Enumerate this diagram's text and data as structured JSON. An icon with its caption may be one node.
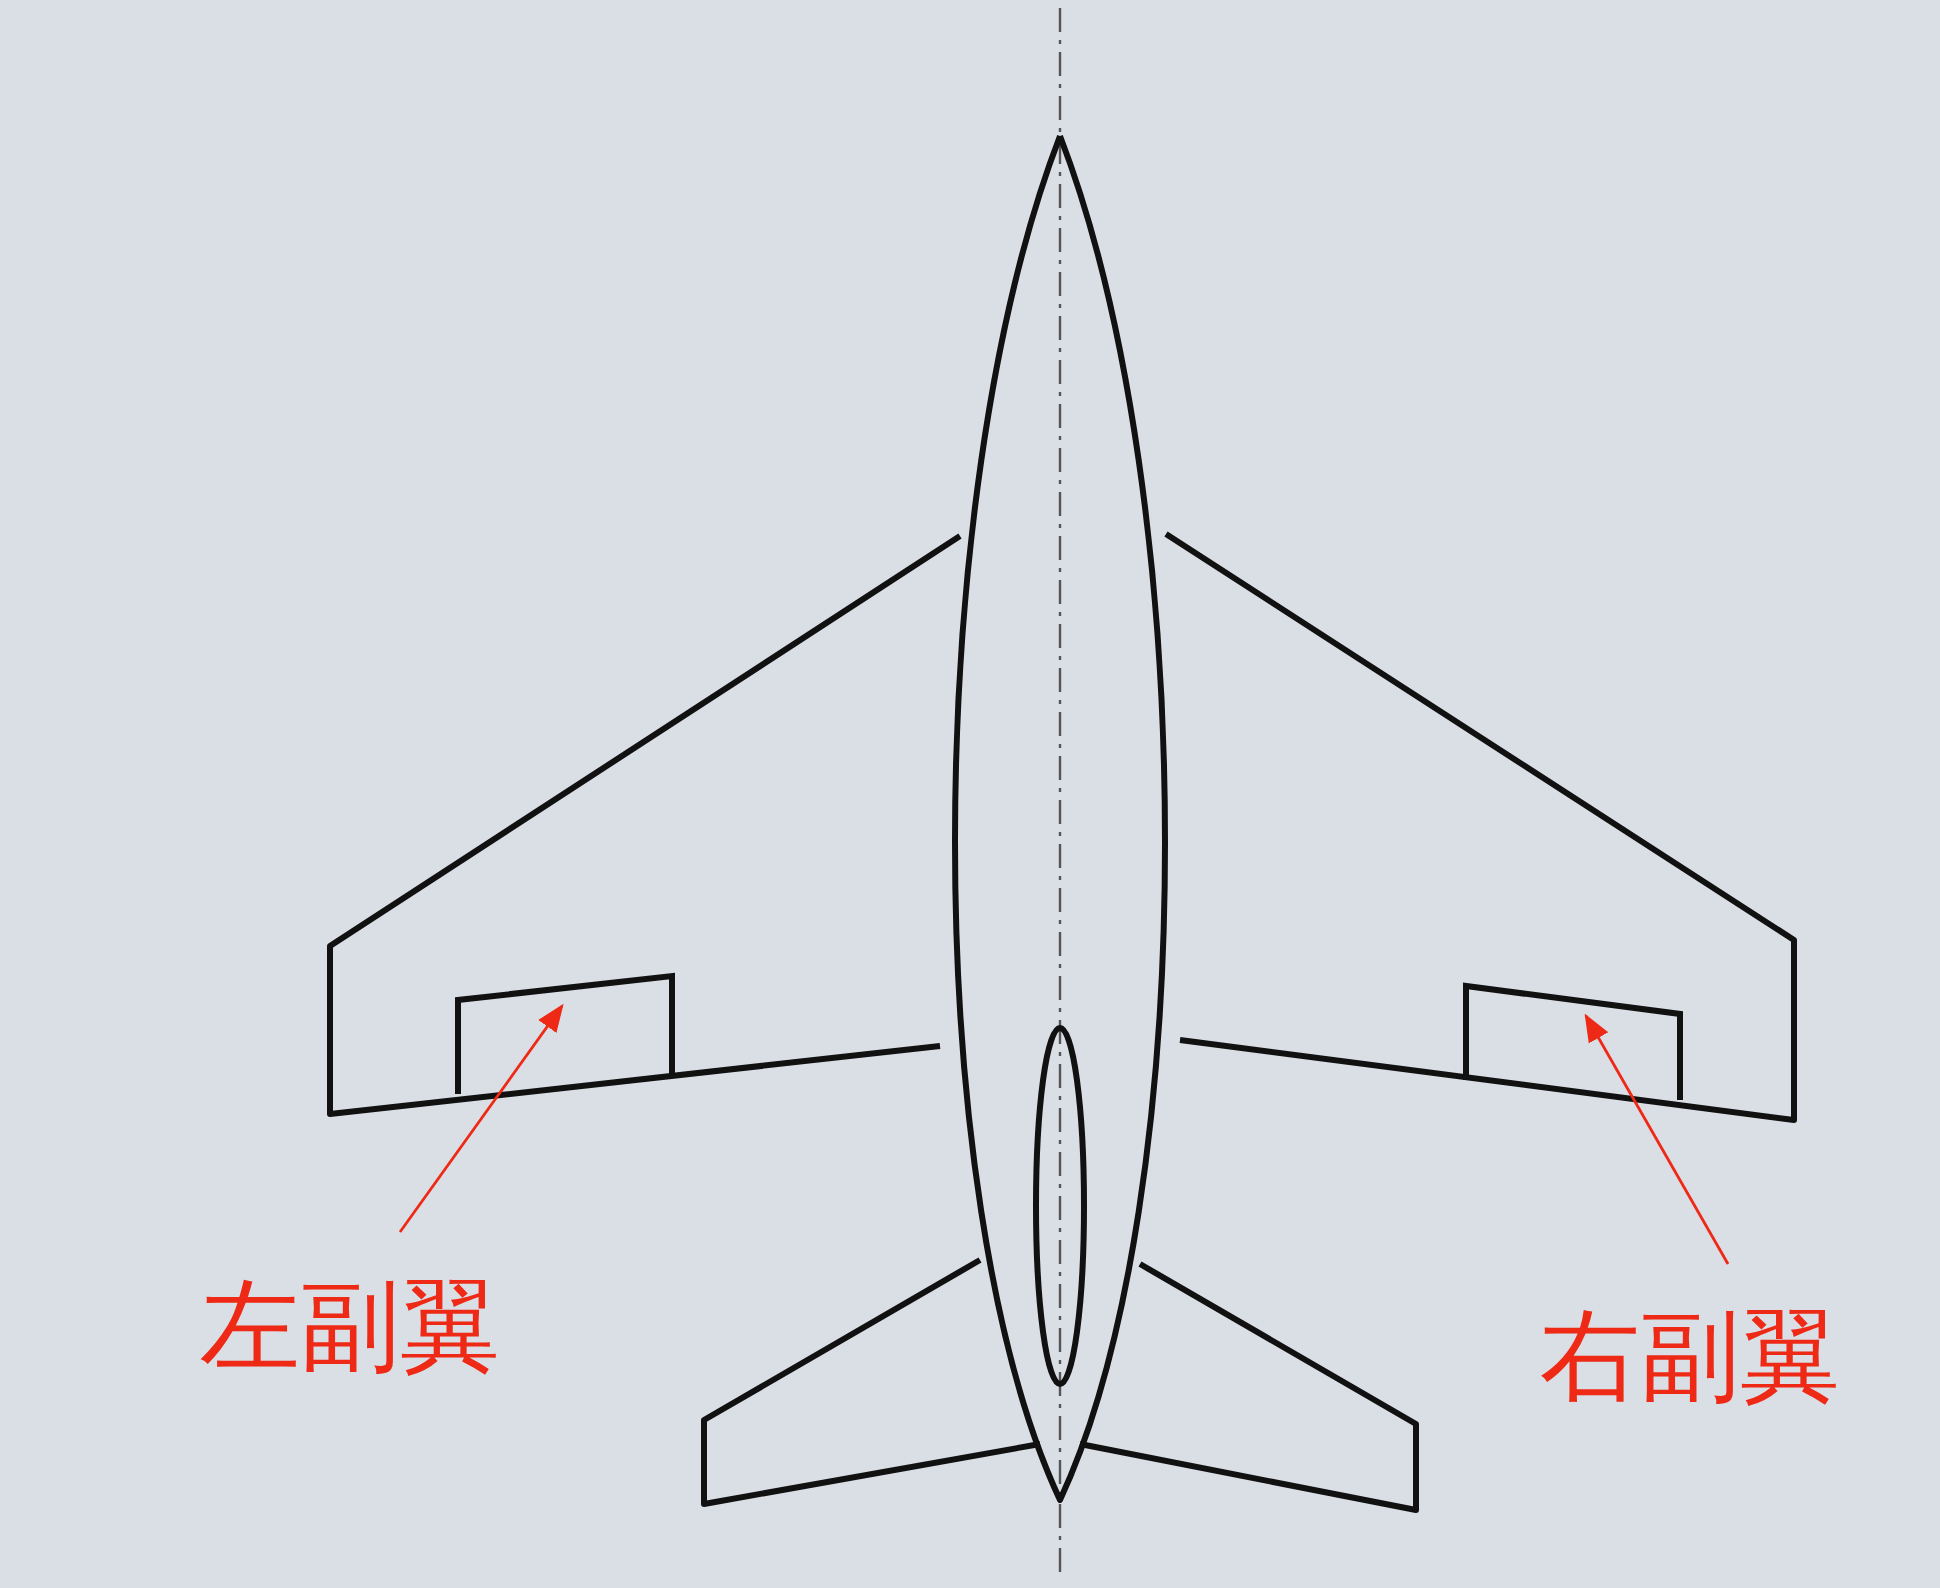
{
  "diagram": {
    "nodes": [
      {
        "text": [
          "左副翼"
        ]
      },
      {
        "text": [],
        "shape": "box"
      },
      {
        "text": [
          "右副翼"
        ]
      },
      {
        "text": [],
        "shape": "box"
      }
    ],
    "edges": [
      {
        "from": 0,
        "to": 1,
        "arrow": "to"
      },
      {
        "from": 2,
        "to": 3,
        "arrow": "to"
      }
    ]
  }
}
